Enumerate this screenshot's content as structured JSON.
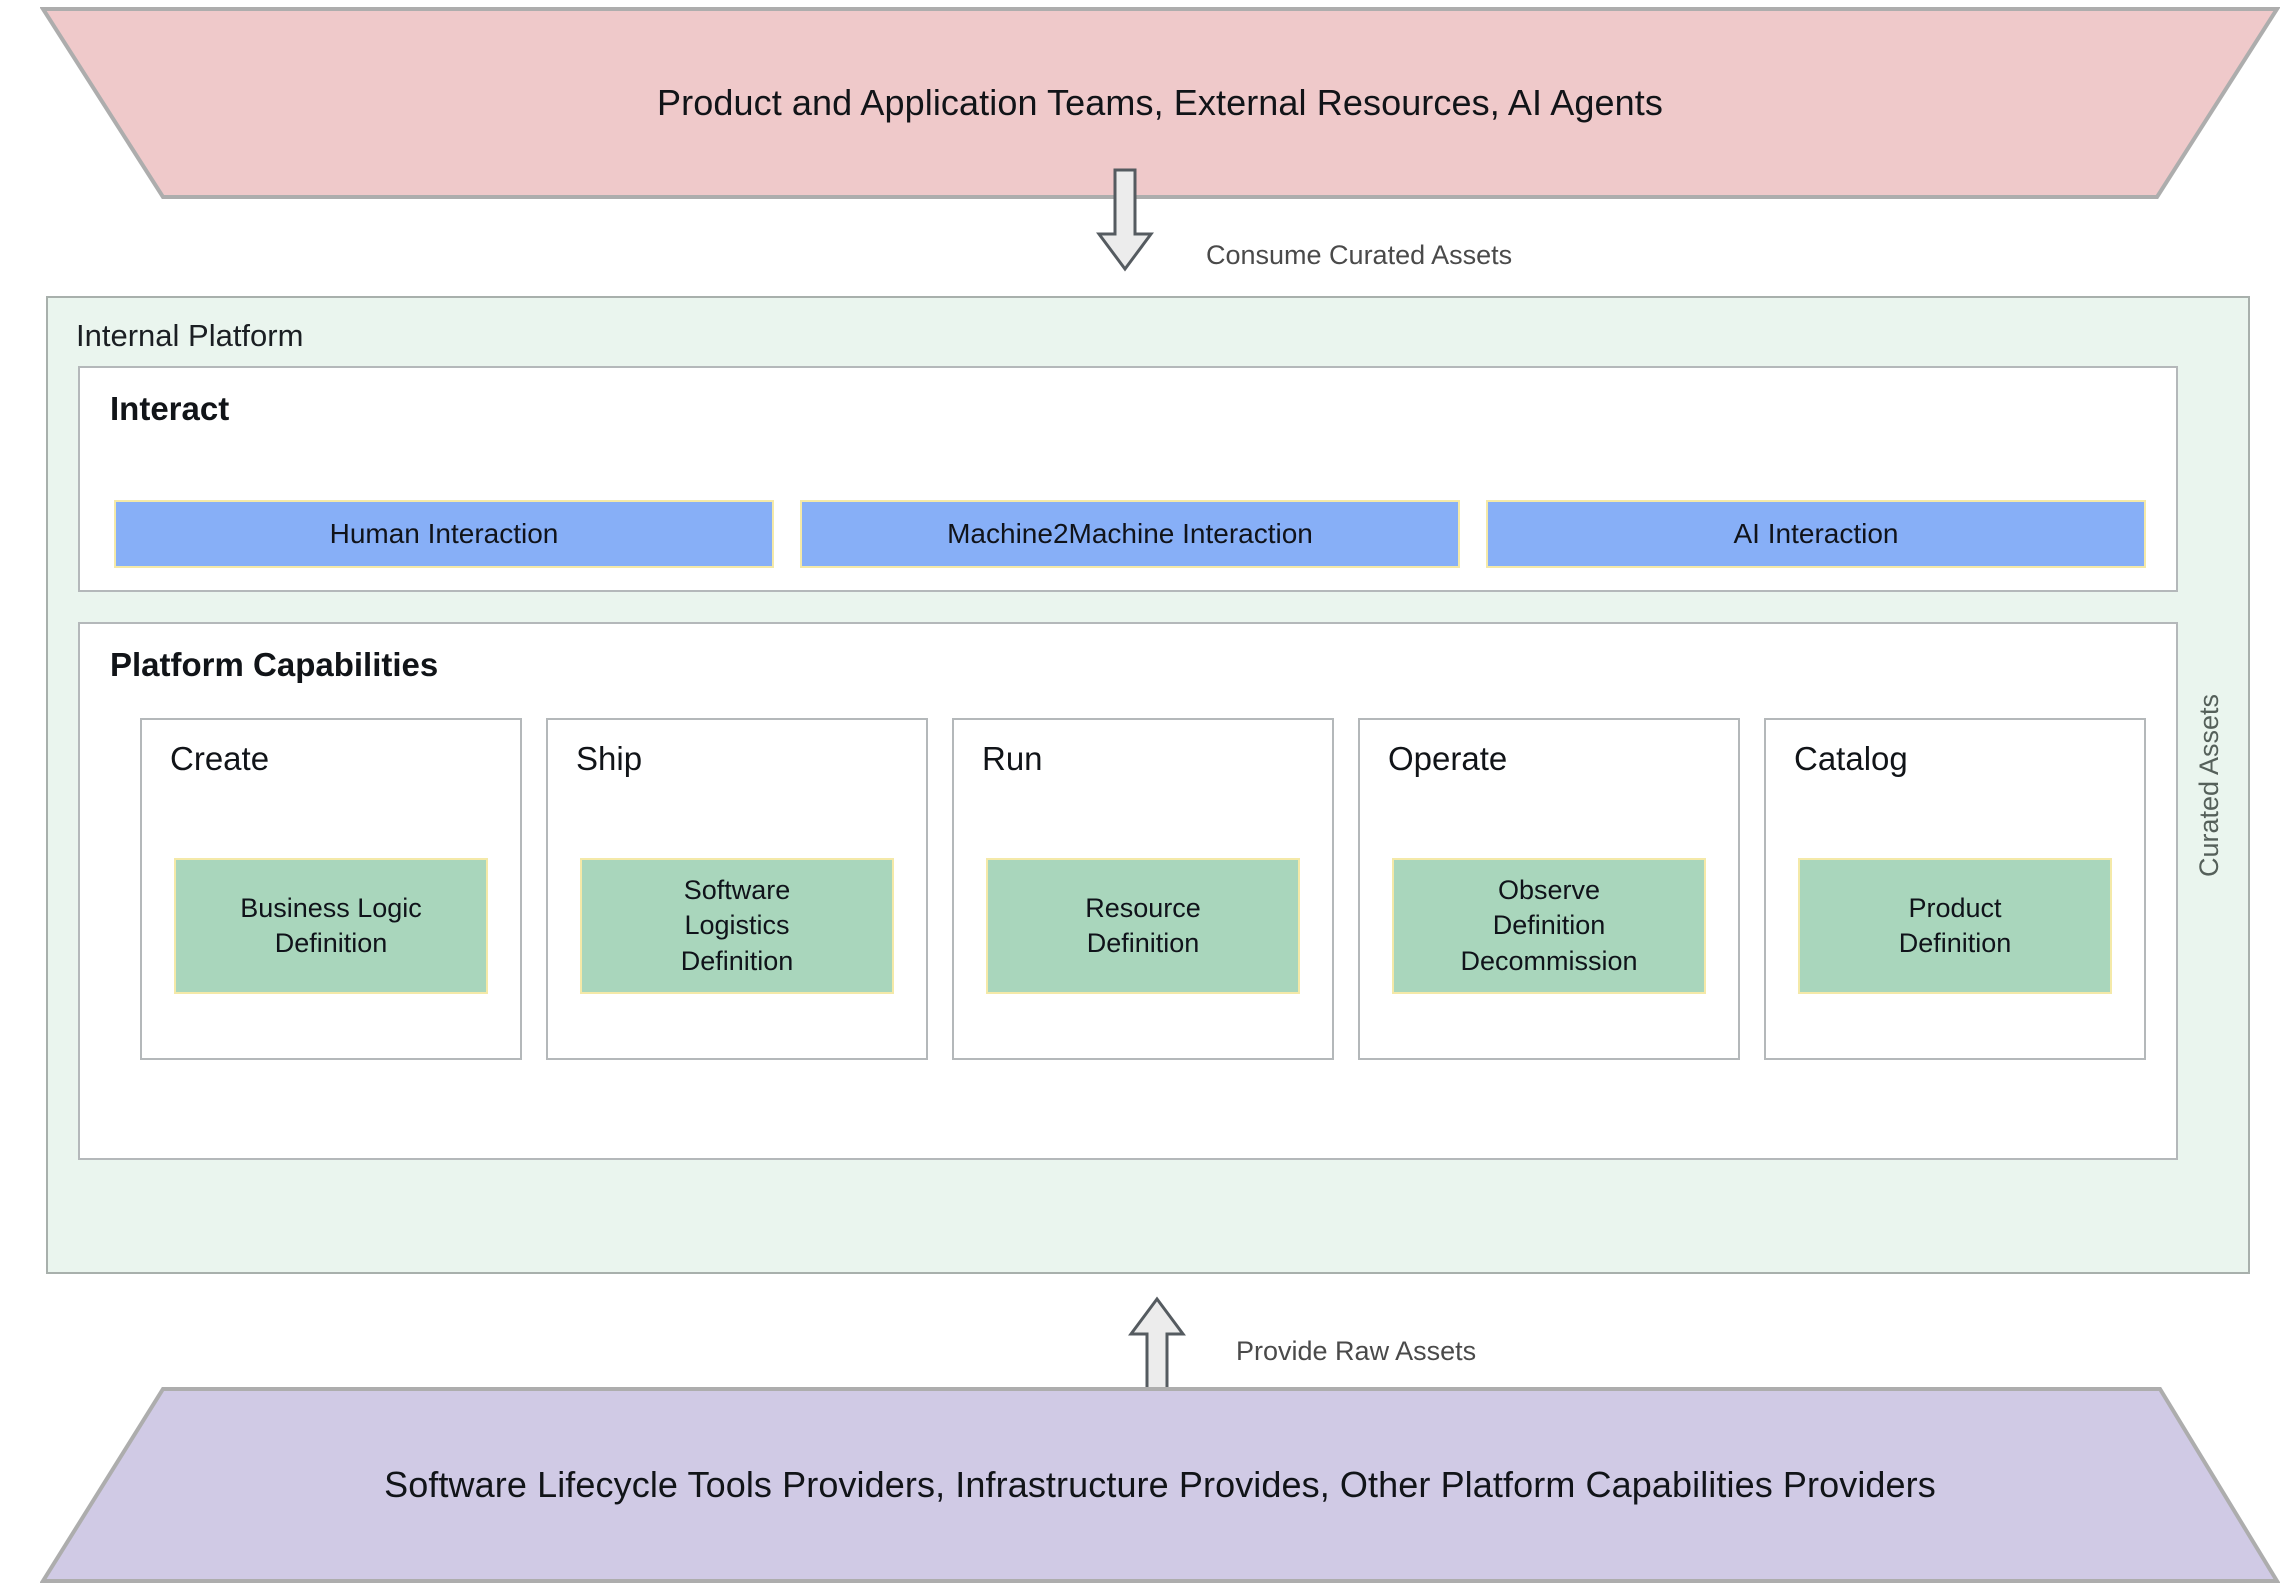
{
  "colors": {
    "consumer_fill": "#EFC9CA",
    "provider_fill": "#D0CAE5",
    "platform_fill": "#EAF5EE",
    "interaction_fill": "#87AFF7",
    "capability_fill": "#A9D6BC",
    "accent_border": "#F4E9A8",
    "neutral_border": "#B4B8BA"
  },
  "top_actor": {
    "label": "Product and Application Teams, External Resources, AI Agents"
  },
  "bottom_actor": {
    "label": "Software Lifecycle Tools Providers, Infrastructure Provides, Other Platform Capabilities Providers"
  },
  "flows": {
    "down": {
      "label": "Consume Curated Assets",
      "direction": "down"
    },
    "up": {
      "label": "Provide Raw Assets",
      "direction": "up"
    }
  },
  "platform": {
    "title": "Internal Platform",
    "side_label": "Curated Assets",
    "interact": {
      "title": "Interact",
      "items": [
        {
          "label": "Human Interaction"
        },
        {
          "label": "Machine2Machine Interaction"
        },
        {
          "label": "AI Interaction"
        }
      ]
    },
    "capabilities": {
      "title": "Platform Capabilities",
      "cards": [
        {
          "title": "Create",
          "lines": [
            "Business Logic",
            "Definition"
          ]
        },
        {
          "title": "Ship",
          "lines": [
            "Software",
            "Logistics",
            "Definition"
          ]
        },
        {
          "title": "Run",
          "lines": [
            "Resource",
            "Definition"
          ]
        },
        {
          "title": "Operate",
          "lines": [
            "Observe",
            "Definition",
            "Decommission"
          ]
        },
        {
          "title": "Catalog",
          "lines": [
            "Product",
            "Definition"
          ]
        }
      ]
    }
  }
}
